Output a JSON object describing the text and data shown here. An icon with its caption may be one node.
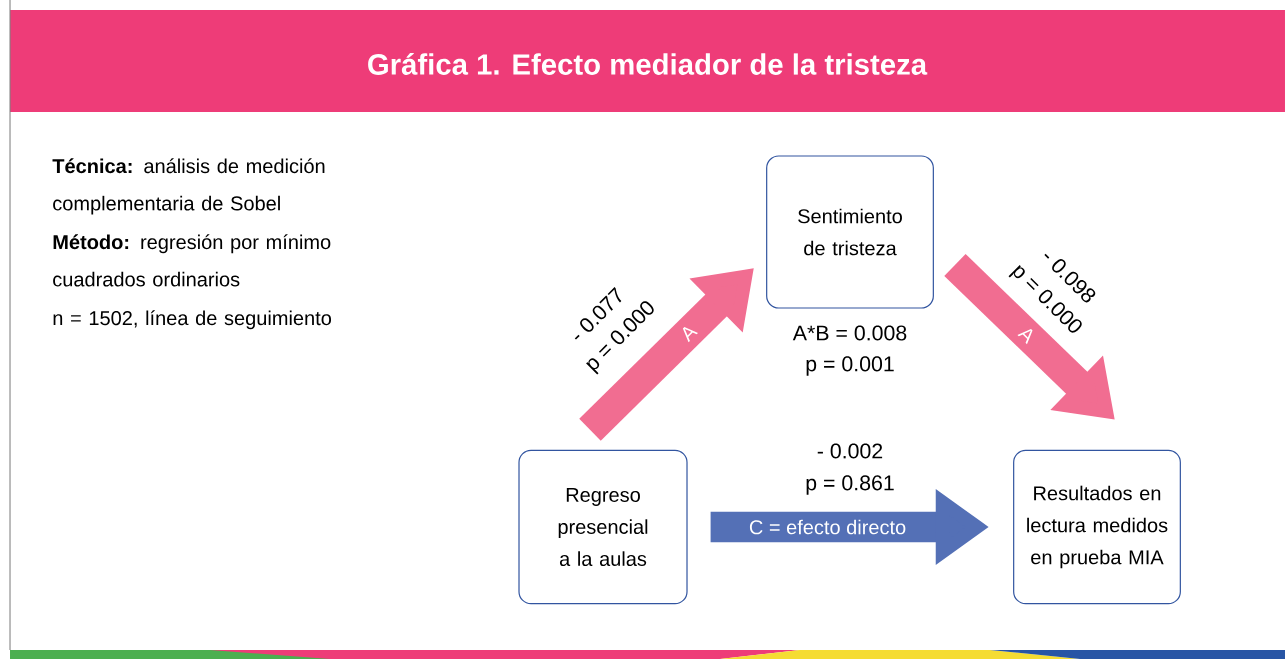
{
  "diagram": {
    "title": "Gráfica 1. Efecto mediador de la tristeza",
    "nodes": [
      {
        "text": [
          "Regreso presencial a la aulas"
        ]
      },
      {
        "text": [
          "Sentimiento de tristeza"
        ]
      },
      {
        "text": [
          "Resultados en lectura medidos en prueba MIA"
        ]
      }
    ],
    "edges": [
      {
        "from": 0,
        "to": 1,
        "arrow": "to",
        "label": "A",
        "color": "#f16d91"
      },
      {
        "from": 1,
        "to": 2,
        "arrow": "to",
        "label": "A",
        "color": "#f16d91"
      },
      {
        "from": 0,
        "to": 2,
        "arrow": "to",
        "label": "C = efecto directo",
        "color": "#5470b6"
      }
    ],
    "labels": [
      "**Técnica:** análisis de medición complementaria de Sobel",
      "**Método:** regresión por mínimo cuadrados ordinarios",
      "n = 1502, línea de seguimiento",
      "- 0.077",
      "p = 0.000",
      "- 0.098",
      "p = 0.000",
      "A*B = 0.008",
      "p = 0.001",
      "- 0.002",
      "p = 0.861"
    ]
  }
}
